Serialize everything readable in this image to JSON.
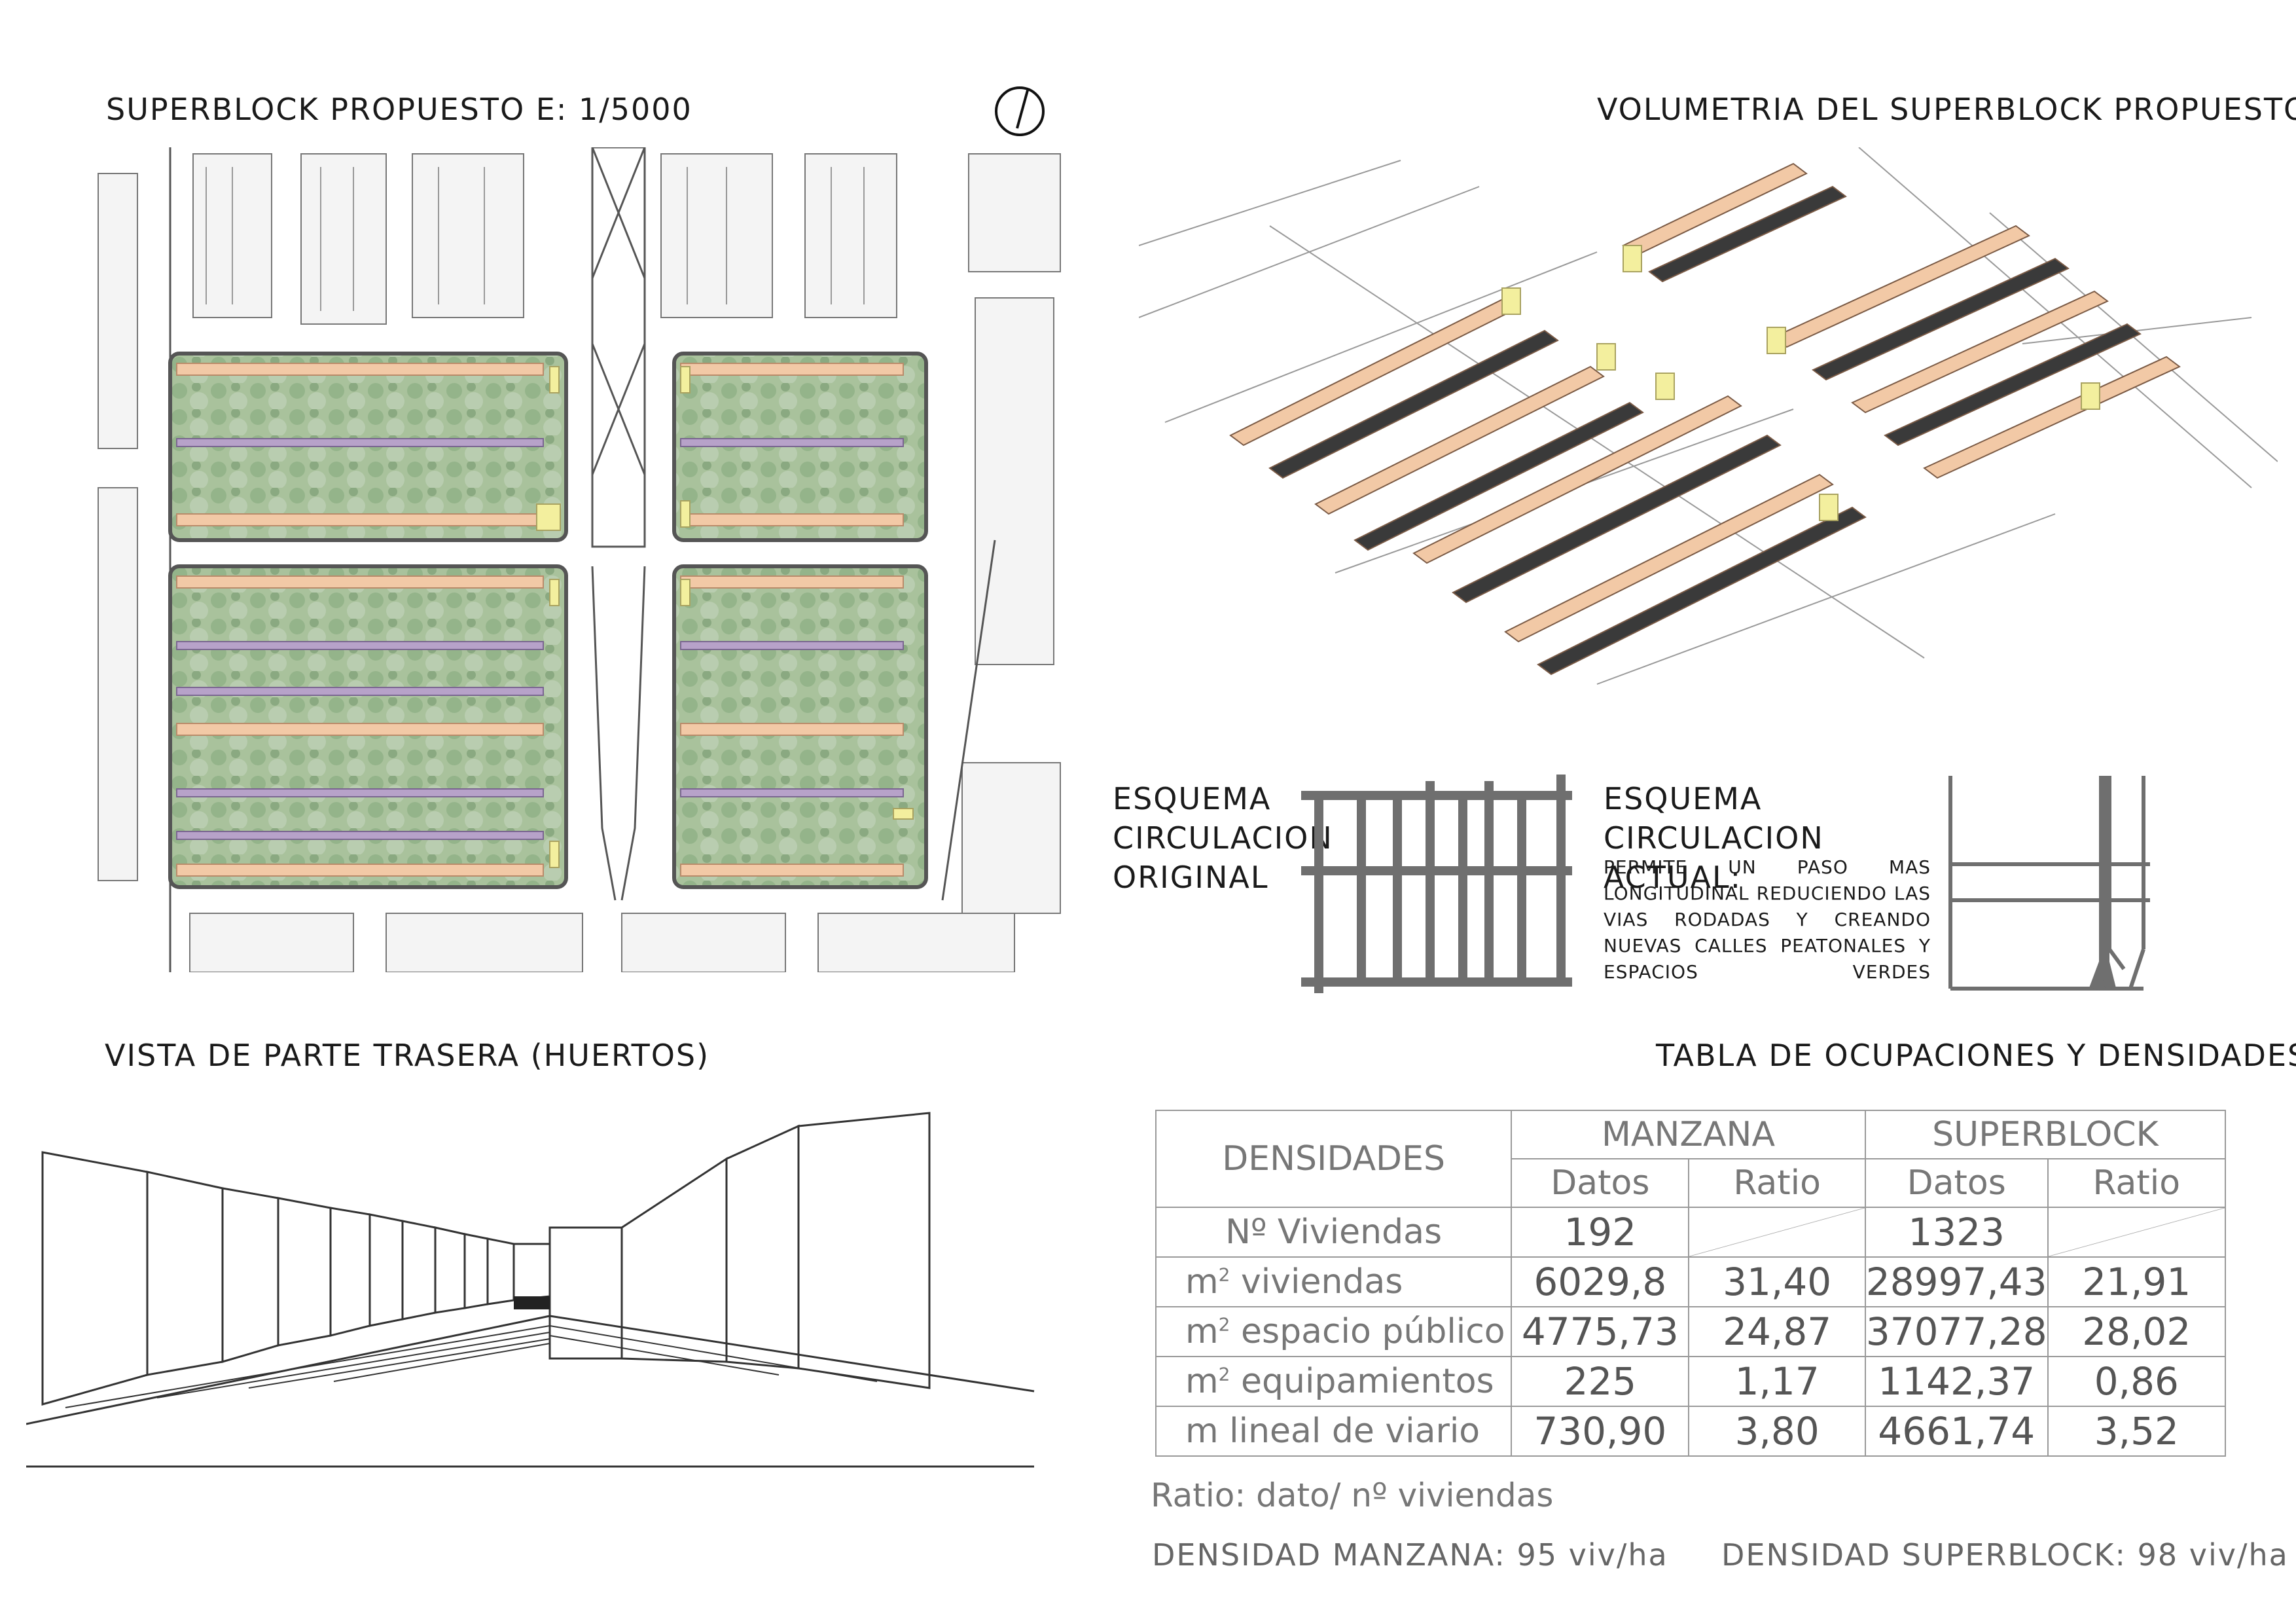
{
  "titles": {
    "plan": "SUPERBLOCK PROPUESTO  E: 1/5000",
    "volume": "VOLUMETRIA DEL SUPERBLOCK PROPUESTO",
    "rear_view": "VISTA DE PARTE TRASERA (HUERTOS)",
    "table": "TABLA DE OCUPACIONES Y DENSIDADES"
  },
  "schemes": {
    "original_label_1": "ESQUEMA",
    "original_label_2": "CIRCULACION",
    "original_label_3": "ORIGINAL",
    "actual_label_1": "ESQUEMA CIRCULACION",
    "actual_label_2": "ACTUAL:",
    "actual_description": "PERMITE UN PASO MAS LONGITUDINAL REDUCIENDO LAS VIAS RODADAS Y CREANDO NUEVAS CALLES PEATONALES Y ESPACIOS VERDES"
  },
  "table": {
    "corner_header": "DENSIDADES",
    "group_headers": [
      "MANZANA",
      "SUPERBLOCK"
    ],
    "sub_headers": [
      "Datos",
      "Ratio",
      "Datos",
      "Ratio"
    ],
    "rows": [
      {
        "label": "Nº Viviendas",
        "sup": "",
        "values": [
          "192",
          "",
          "1323",
          ""
        ]
      },
      {
        "label": " viviendas",
        "sup": "m",
        "values": [
          "6029,8",
          "31,40",
          "28997,43",
          "21,91"
        ]
      },
      {
        "label": " espacio público",
        "sup": "m",
        "values": [
          "4775,73",
          "24,87",
          "37077,28",
          "28,02"
        ]
      },
      {
        "label": " equipamientos",
        "sup": "m",
        "values": [
          "225",
          "1,17",
          "1142,37",
          "0,86"
        ]
      },
      {
        "label": "m  lineal de viario",
        "sup": "",
        "values": [
          "730,90",
          "3,80",
          "4661,74",
          "3,52"
        ]
      }
    ],
    "ratio_note": "Ratio: dato/ nº viviendas",
    "density_manzana": "DENSIDAD MANZANA: 95 viv/ha",
    "density_superblock": "DENSIDAD SUPERBLOCK: 98 viv/ha"
  },
  "colors": {
    "green": "#8fb38a",
    "housing": "#f2c9a6",
    "equipment": "#f3ef9e",
    "row_purple": "#b7a2c9",
    "scheme_gray": "#6f6f6f"
  }
}
